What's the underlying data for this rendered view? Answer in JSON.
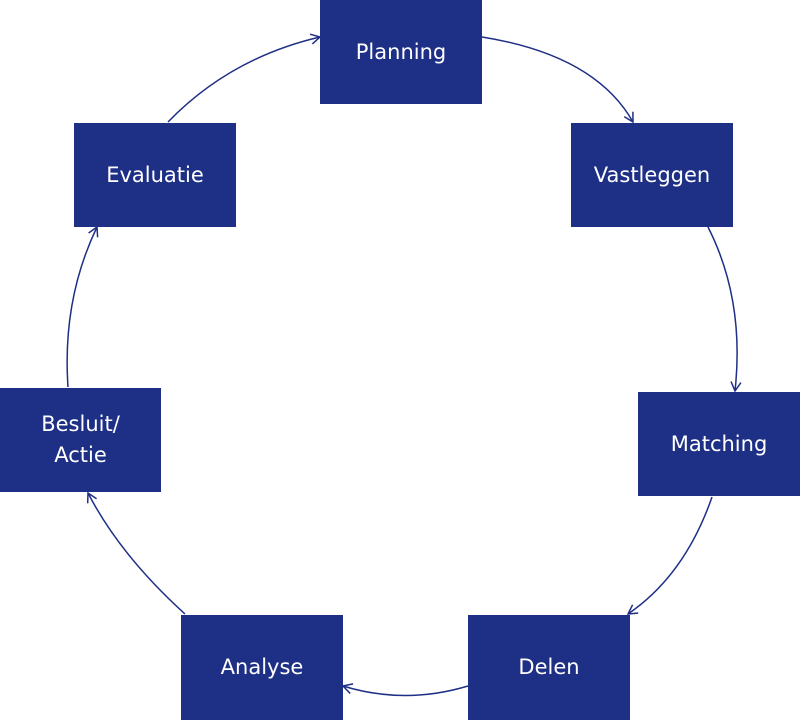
{
  "colors": {
    "box": "#1e2f86",
    "arrow": "#1e2f86",
    "text": "#ffffff"
  },
  "steps": [
    {
      "label": "Planning"
    },
    {
      "label": "Vastleggen"
    },
    {
      "label": "Matching"
    },
    {
      "label": "Delen"
    },
    {
      "label": "Analyse"
    },
    {
      "label": "Besluit/\nActie"
    },
    {
      "label": "Evaluatie"
    }
  ]
}
